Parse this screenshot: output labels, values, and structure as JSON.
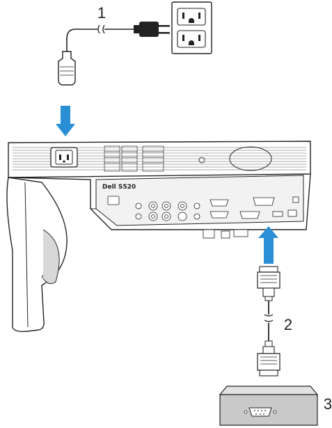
{
  "diagram": {
    "callouts": {
      "power_cord": "1",
      "vga_cable": "2",
      "computer": "3"
    },
    "projector_model": "Dell S520",
    "icons": {
      "outlet": "wall-outlet-icon",
      "plug": "power-plug-icon",
      "arrow": "down-arrow-icon",
      "computer": "computer-box-icon"
    },
    "colors": {
      "arrow": "#2b8fd6",
      "line": "#222222",
      "panel": "#f2f2f2"
    }
  }
}
